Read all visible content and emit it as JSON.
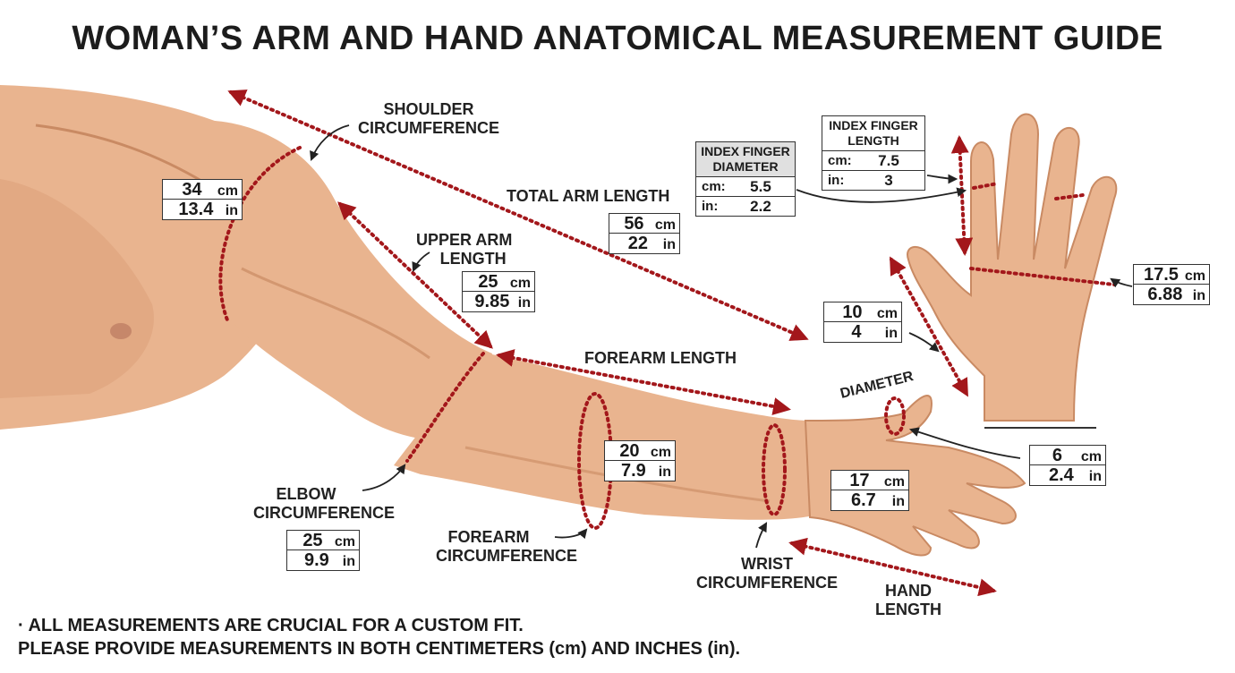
{
  "title": "WOMAN’S ARM AND HAND ANATOMICAL MEASUREMENT GUIDE",
  "colors": {
    "skin": "#e9b48f",
    "skin_shade": "#c98a63",
    "marker": "#a3171b",
    "text": "#1c1c1c"
  },
  "labels": {
    "shoulder": [
      "SHOULDER",
      "CIRCUMFERENCE"
    ],
    "total_arm": "TOTAL ARM LENGTH",
    "upper_arm": [
      "UPPER ARM",
      "LENGTH"
    ],
    "forearm_length": "FOREARM LENGTH",
    "elbow": [
      "ELBOW",
      "CIRCUMFERENCE"
    ],
    "forearm_circ": [
      "FOREARM",
      "CIRCUMFERENCE"
    ],
    "wrist": [
      "WRIST",
      "CIRCUMFERENCE"
    ],
    "hand_length": [
      "HAND",
      "LENGTH"
    ],
    "diameter": "DIAMETER"
  },
  "measurements": {
    "shoulder": {
      "cm": "34",
      "in": "13.4"
    },
    "total_arm": {
      "cm": "56",
      "in": "22"
    },
    "upper_arm": {
      "cm": "25",
      "in": "9.85"
    },
    "elbow": {
      "cm": "25",
      "in": "9.9"
    },
    "forearm": {
      "cm": "20",
      "in": "7.9"
    },
    "hand": {
      "cm": "17",
      "in": "6.7"
    },
    "thumb_diameter": {
      "cm": "6",
      "in": "2.4"
    },
    "palm_length": {
      "cm": "10",
      "in": "4"
    },
    "palm_width": {
      "cm": "17.5",
      "in": "6.88"
    }
  },
  "units": {
    "cm": "cm",
    "in": "in"
  },
  "unit_labels": {
    "cm": "cm:",
    "in": "in:"
  },
  "index_diameter": {
    "header": [
      "INDEX FINGER",
      "DIAMETER"
    ],
    "cm": "5.5",
    "in": "2.2"
  },
  "index_length": {
    "header": [
      "INDEX FINGER",
      "LENGTH"
    ],
    "cm": "7.5",
    "in": "3"
  },
  "footer": [
    "· ALL MEASUREMENTS ARE CRUCIAL FOR A CUSTOM FIT.",
    "PLEASE PROVIDE MEASUREMENTS IN BOTH CENTIMETERS (cm) AND INCHES (in)."
  ]
}
